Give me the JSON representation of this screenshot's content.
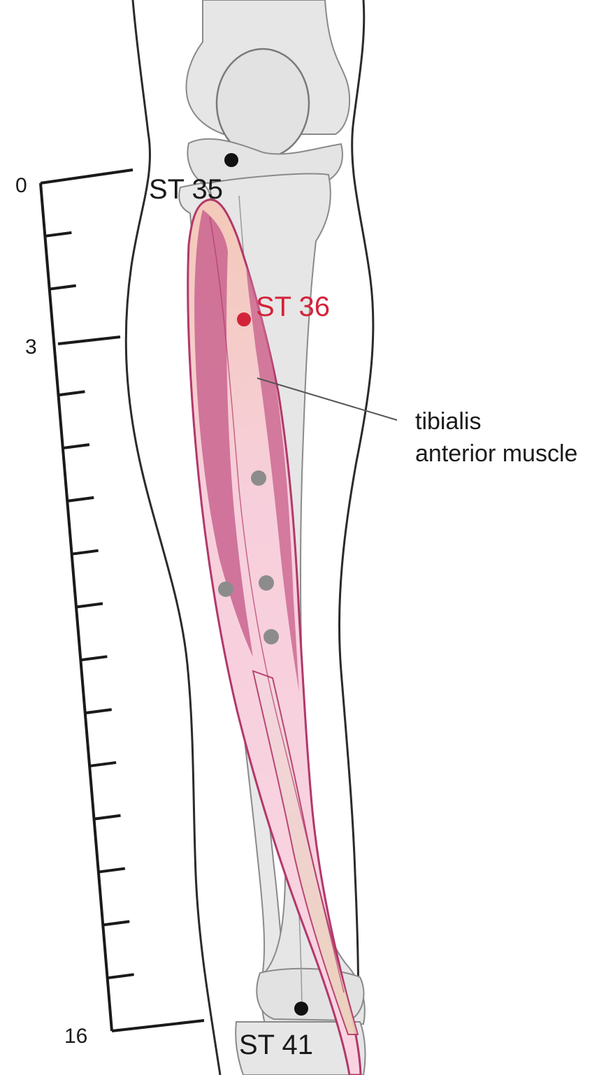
{
  "figure": {
    "scale": {
      "top_label": "0",
      "middle_label": "3",
      "bottom_label": "16",
      "tick_count": 17
    },
    "points": {
      "st35": {
        "label": "ST 35"
      },
      "st36": {
        "label": "ST 36"
      },
      "st41": {
        "label": "ST 41"
      }
    },
    "annotation": {
      "line1": "tibialis",
      "line2": "anterior muscle"
    },
    "colors": {
      "outline": "#2b2b2b",
      "bone_fill": "#e6e6e6",
      "bone_stroke": "#8a8a8a",
      "muscle_light": "#f6c6d8",
      "muscle_dark": "#c9648f",
      "muscle_stroke": "#b2386a",
      "accent_red": "#d3233a",
      "point_gray": "#8c8c8c",
      "point_black": "#111111"
    }
  }
}
